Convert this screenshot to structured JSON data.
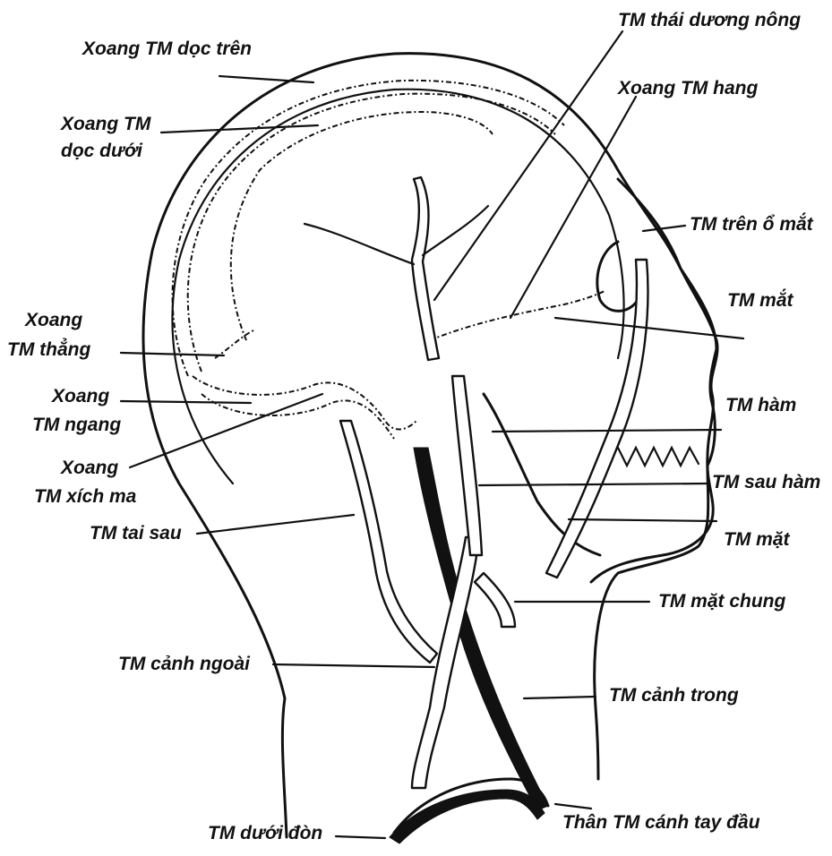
{
  "labels": {
    "sup_sagittal_sinus": "Xoang TM dọc trên",
    "inf_sagittal_sinus_1": "Xoang TM",
    "inf_sagittal_sinus_2": "dọc dưới",
    "straight_sinus_1": "Xoang",
    "straight_sinus_2": "TM thẳng",
    "transverse_sinus_1": "Xoang",
    "transverse_sinus_2": "TM ngang",
    "sigmoid_sinus_1": "Xoang",
    "sigmoid_sinus_2": "TM xích ma",
    "post_auricular": "TM tai sau",
    "external_jugular": "TM cảnh ngoài",
    "subclavian": "TM dưới đòn",
    "superficial_temporal": "TM thái dương nông",
    "cavernous_sinus": "Xoang TM hang",
    "supraorbital": "TM trên ổ mắt",
    "ophthalmic": "TM mắt",
    "maxillary": "TM hàm",
    "retromandibular": "TM sau hàm",
    "facial": "TM mặt",
    "common_facial": "TM mặt chung",
    "internal_jugular": "TM cảnh trong",
    "brachiocephalic": "Thân TM cánh tay đầu"
  },
  "colors": {
    "ink": "#111111",
    "background": "#ffffff"
  }
}
